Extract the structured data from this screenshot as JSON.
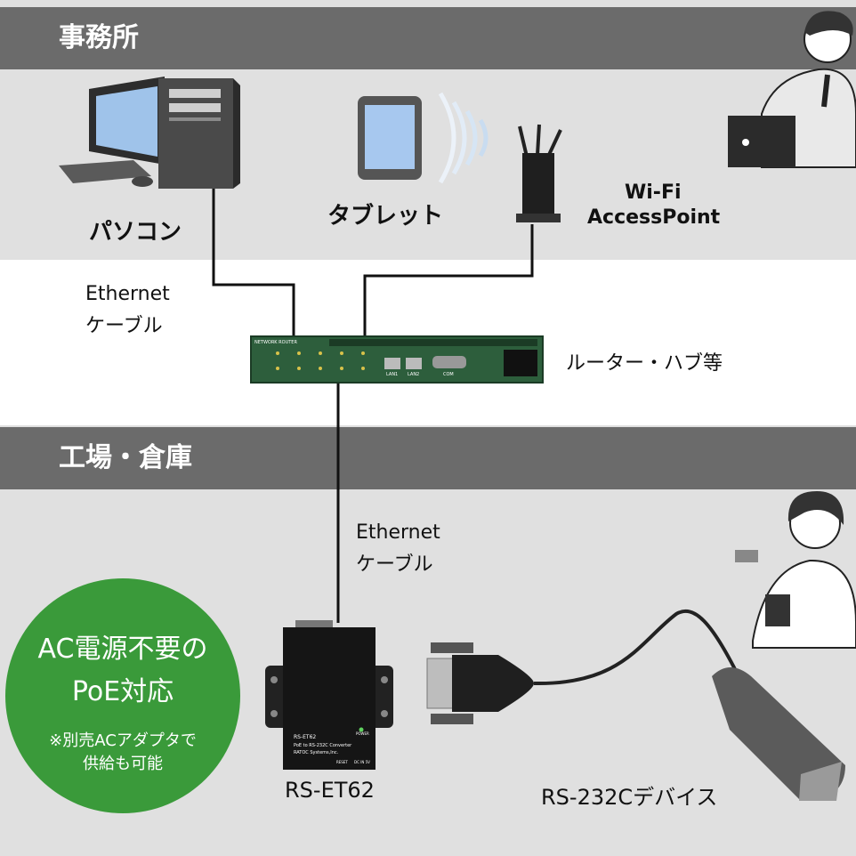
{
  "office": {
    "title": "事務所",
    "pc_label": "パソコン",
    "tablet_label": "タブレット",
    "ap_label_line1": "Wi-Fi",
    "ap_label_line2": "AccessPoint"
  },
  "cable1": {
    "line1": "Ethernet",
    "line2": "ケーブル"
  },
  "router": {
    "label": "ルーター・ハブ等",
    "panel_name": "NETWORK ROUTER",
    "lan1": "LAN1",
    "lan2": "LAN2",
    "com": "COM"
  },
  "warehouse": {
    "title": "工場・倉庫"
  },
  "cable2": {
    "line1": "Ethernet",
    "line2": "ケーブル"
  },
  "badge": {
    "line1": "AC電源不要の",
    "line2": "PoE対応",
    "note1": "※別売ACアダプタで",
    "note2": "供給も可能"
  },
  "device": {
    "label": "RS-ET62",
    "model": "RS-ET62",
    "subtitle": "PoE to RS-232C Converter",
    "maker": "RATOC Systems,Inc.",
    "power": "POWER",
    "reset": "RESET",
    "dc": "DC IN 5V"
  },
  "scanner": {
    "label": "RS-232Cデバイス"
  },
  "colors": {
    "band_bg": "#e0e0e0",
    "title_bg": "#6b6b6b",
    "badge": "#3a9a3a",
    "router": "#2d5e3c"
  }
}
